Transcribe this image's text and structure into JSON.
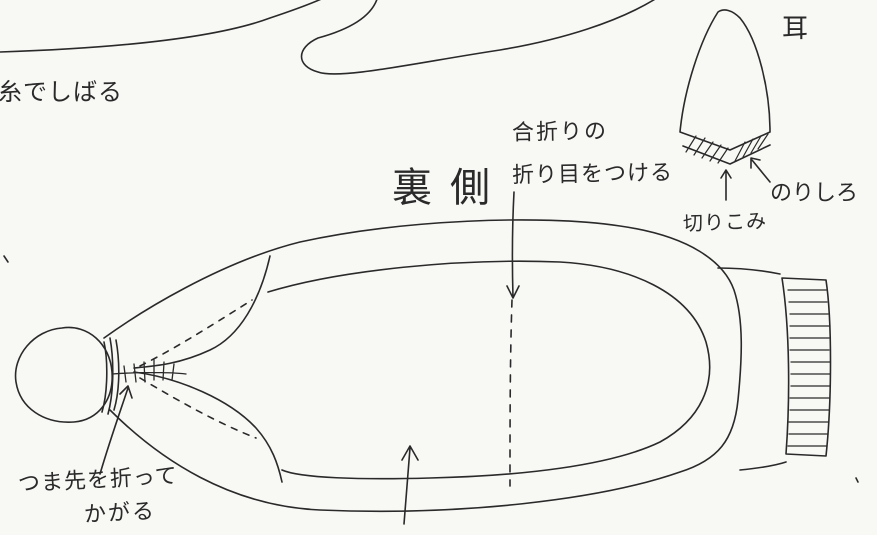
{
  "labels": {
    "shibaru": "糸でしばる",
    "mimi": "耳",
    "aiori_line1": "合折りの",
    "aiori_line2": "折り目をつける",
    "ura_gawa": "裏側",
    "norishiro": "のりしろ",
    "kirikomi": "切りこみ",
    "tsumasaki_line1": "つま先を折って",
    "tsumasaki_line2": "かがる"
  },
  "colors": {
    "ink": "#2a2a2a",
    "paper": "#f8f8f5"
  }
}
